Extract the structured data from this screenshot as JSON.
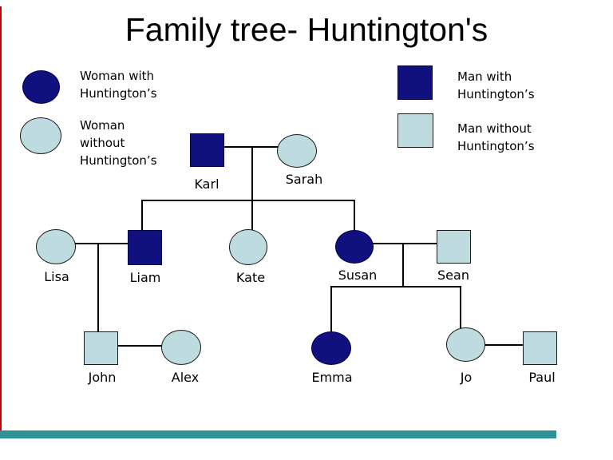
{
  "title": "Family tree- Huntington's",
  "colors": {
    "affected_fill": "#10107E",
    "unaffected_fill": "#BEDCE0",
    "connector": "#000000",
    "left_accent_bar": "#C00000",
    "bottom_accent_bar": "#2E9394"
  },
  "legend": {
    "woman_with": "Woman with\nHuntington’s",
    "woman_without": "Woman\nwithout\nHuntington’s",
    "man_with": "Man with\nHuntington’s",
    "man_without": "Man without\nHuntington’s"
  },
  "people": {
    "karl": {
      "name": "Karl",
      "sex": "male",
      "affected": true
    },
    "sarah": {
      "name": "Sarah",
      "sex": "female",
      "affected": false
    },
    "lisa": {
      "name": "Lisa",
      "sex": "female",
      "affected": false
    },
    "liam": {
      "name": "Liam",
      "sex": "male",
      "affected": true
    },
    "kate": {
      "name": "Kate",
      "sex": "female",
      "affected": false
    },
    "susan": {
      "name": "Susan",
      "sex": "female",
      "affected": true
    },
    "sean": {
      "name": "Sean",
      "sex": "male",
      "affected": false
    },
    "john": {
      "name": "John",
      "sex": "male",
      "affected": false
    },
    "alex": {
      "name": "Alex",
      "sex": "female",
      "affected": false
    },
    "emma": {
      "name": "Emma",
      "sex": "female",
      "affected": true
    },
    "jo": {
      "name": "Jo",
      "sex": "female",
      "affected": false
    },
    "paul": {
      "name": "Paul",
      "sex": "male",
      "affected": false
    }
  }
}
